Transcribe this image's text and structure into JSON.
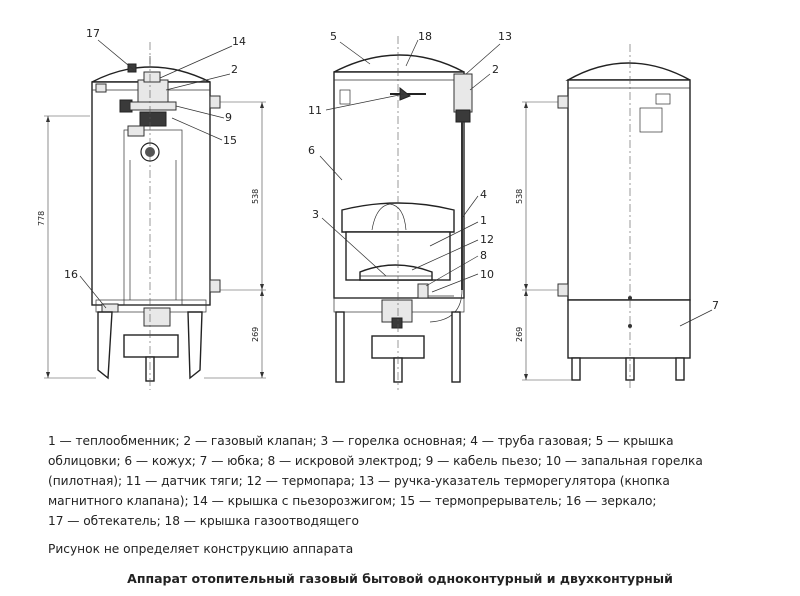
{
  "callouts": {
    "v1": [
      "17",
      "14",
      "2",
      "9",
      "15",
      "16"
    ],
    "v2": [
      "5",
      "18",
      "13",
      "2",
      "11",
      "6",
      "4",
      "1",
      "3",
      "12",
      "8",
      "10"
    ],
    "v3": [
      "7"
    ]
  },
  "dimensions": {
    "overall": "778",
    "upper": "538",
    "lower": "269"
  },
  "legend_lines": [
    "1 — теплообменник; 2 — газовый клапан; 3 — горелка основная; 4 — труба газовая; 5 — крышка",
    "облицовки; 6 — кожух; 7 — юбка; 8 — искровой электрод; 9 — кабель пьезо; 10 — запальная горелка",
    "(пилотная); 11 — датчик тяги; 12 — термопара; 13 — ручка-указатель терморегулятора (кнопка",
    "магнитного клапана); 14 — крышка с пьезорозжигом; 15 — термопрерыватель; 16 — зеркало;",
    "17 — обтекатель; 18 — крышка газоотводящего"
  ],
  "note": "Рисунок не определяет конструкцию аппарата",
  "title": "Аппарат отопительный газовый бытовой одноконтурный и двухконтурный"
}
